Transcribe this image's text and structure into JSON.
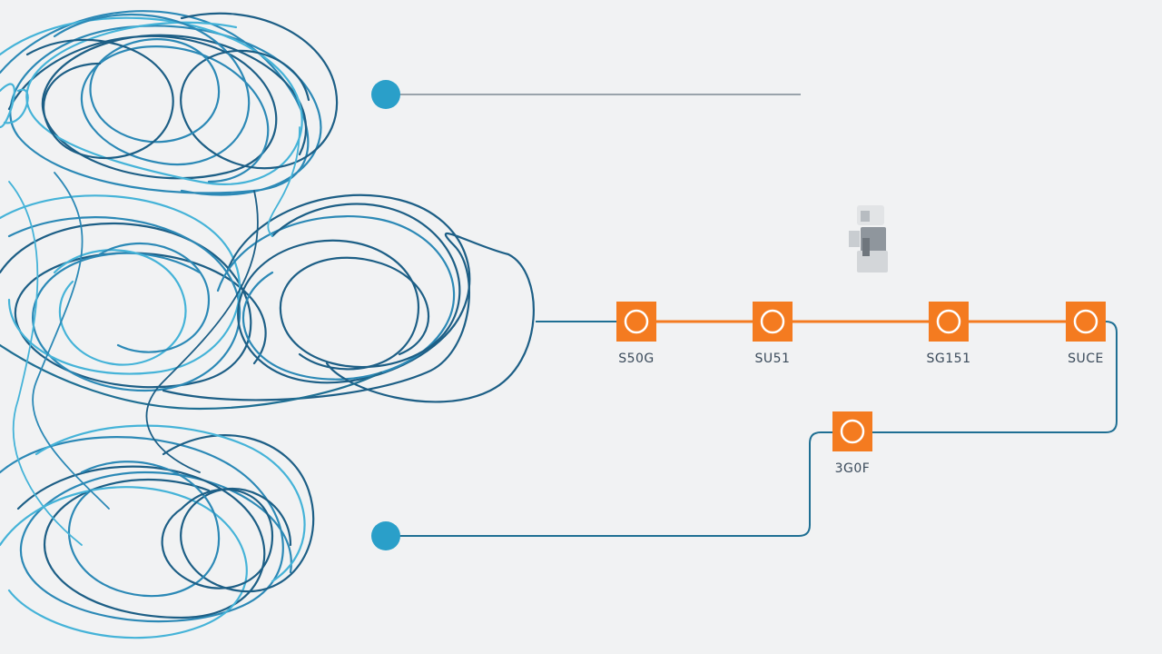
{
  "diagram": {
    "colors": {
      "background": "#f1f2f3",
      "node_fill": "#f47b20",
      "node_ring": "#ffffff",
      "orange_line": "#f47b20",
      "teal_line": "#1f6f93",
      "gray_line": "#9aa3ab",
      "endpoint": "#2a9fc9",
      "tangle_dark": "#1d5f86",
      "tangle_mid": "#2c89b6",
      "tangle_light": "#45b3d8"
    },
    "endpoints": [
      {
        "name": "top-endpoint"
      },
      {
        "name": "bottom-endpoint"
      }
    ],
    "nodes": [
      {
        "label": "S50G"
      },
      {
        "label": "SU51"
      },
      {
        "label": "SG151"
      },
      {
        "label": "SUCE"
      },
      {
        "label": "3G0F"
      }
    ],
    "center_icon": "figure-icon"
  }
}
